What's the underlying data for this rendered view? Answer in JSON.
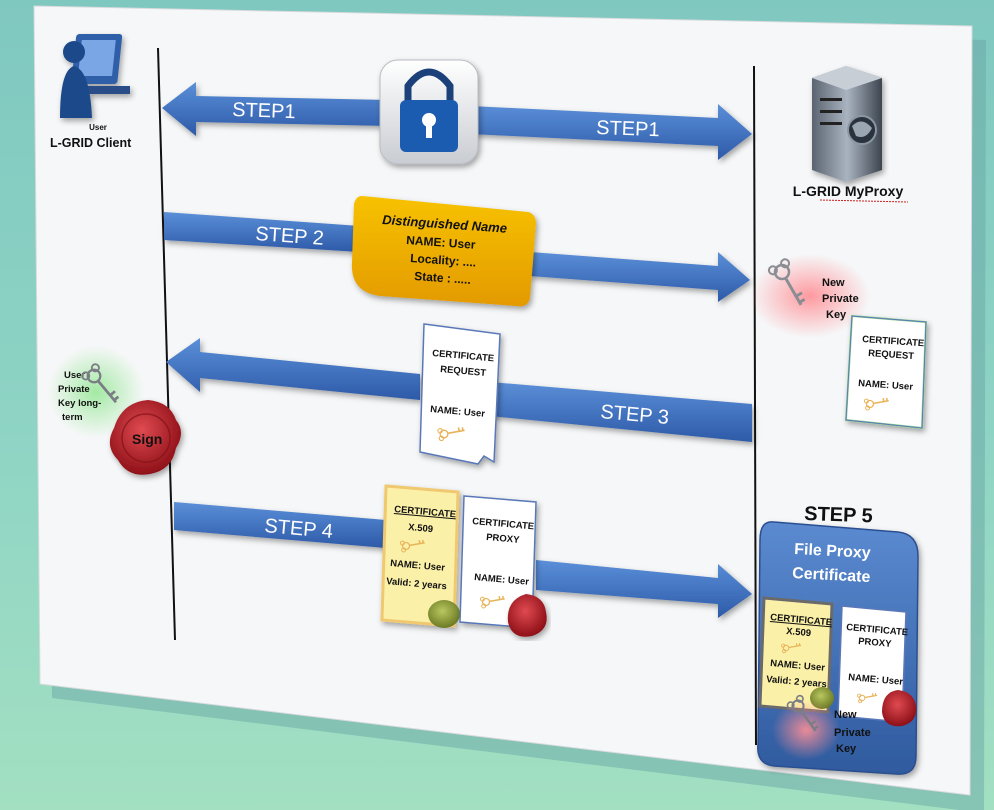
{
  "actors": {
    "client_sublabel": "User",
    "client_label": "L-GRID Client",
    "server_label": "L-GRID MyProxy"
  },
  "steps": {
    "step1_left": "STEP1",
    "step1_right": "STEP1",
    "step2": "STEP 2",
    "step3": "STEP 3",
    "step4": "STEP 4",
    "step5": "STEP 5"
  },
  "distinguished_name": {
    "title": "Distinguished  Name",
    "name": "NAME: User",
    "locality": "Locality: ....",
    "state": "State : ....."
  },
  "new_key": {
    "line1": "New",
    "line2": "Private",
    "line3": "Key"
  },
  "cert_request": {
    "line1": "CERTIFICATE",
    "line2": "REQUEST",
    "name": "NAME: User"
  },
  "client_key": {
    "line1": "User",
    "line2": "Private",
    "line3": "Key long-",
    "line4": "term"
  },
  "sign_label": "Sign",
  "cert_x509": {
    "line1": "CERTIFICATE",
    "line2": "X.509",
    "name": "NAME: User",
    "valid": "Valid: 2 years"
  },
  "cert_proxy": {
    "line1": "CERTIFICATE",
    "line2": "PROXY",
    "name": "NAME: User"
  },
  "file_proxy": {
    "title_line1": "File Proxy",
    "title_line2": "Certificate"
  },
  "colors": {
    "arrow_blue": "#3a6fc0",
    "dn_orange": "#f2a400",
    "panel_blue": "#3f6fb8",
    "cert_yellow": "#fbf0a8",
    "wax_red": "#b8202a"
  }
}
